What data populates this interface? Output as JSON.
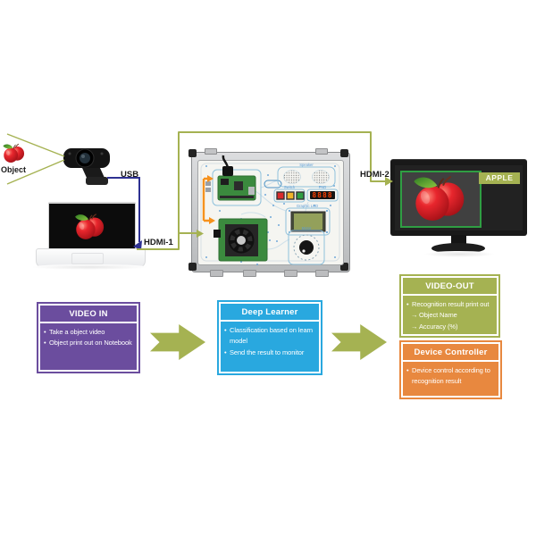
{
  "scene": {
    "object_label": "Object",
    "usb_label": "USB",
    "hdmi1_label": "HDMI-1",
    "hdmi2_label": "HDMI-2",
    "monitor_tag": "APPLE"
  },
  "device": {
    "labels": {
      "speaker": "Speaker",
      "switch": "Switch",
      "fnd": "FND",
      "lcd": "Graphic LCD",
      "motor": "Motor"
    },
    "fnd_value": "8888"
  },
  "flow": {
    "video_in": {
      "title": "VIDEO IN",
      "bullets": [
        {
          "marker": "•",
          "text": "Take a object video"
        },
        {
          "marker": "•",
          "text": "Object print out on Notebook"
        }
      ]
    },
    "deep_learner": {
      "title": "Deep Learner",
      "bullets": [
        {
          "marker": "•",
          "text": "Classification based on learn model"
        },
        {
          "marker": "•",
          "text": "Send the result to monitor"
        }
      ]
    },
    "video_out": {
      "title": "VIDEO-OUT",
      "bullets": [
        {
          "marker": "•",
          "text": "Recognition result print out"
        },
        {
          "marker": "→",
          "text": "Object Name"
        },
        {
          "marker": "→",
          "text": "Accuracy (%)"
        }
      ]
    },
    "device_controller": {
      "title": "Device Controller",
      "bullets": [
        {
          "marker": "•",
          "text": "Device control according to recognition result"
        }
      ]
    }
  },
  "colors": {
    "purple": "#6b4d9e",
    "blue": "#29a8df",
    "olive": "#a5b252",
    "orange": "#e8883f",
    "navy": "#2e3192",
    "orange_accent": "#f6921e",
    "green_box": "#2f9e43",
    "fnd_red": "#ff4000"
  }
}
